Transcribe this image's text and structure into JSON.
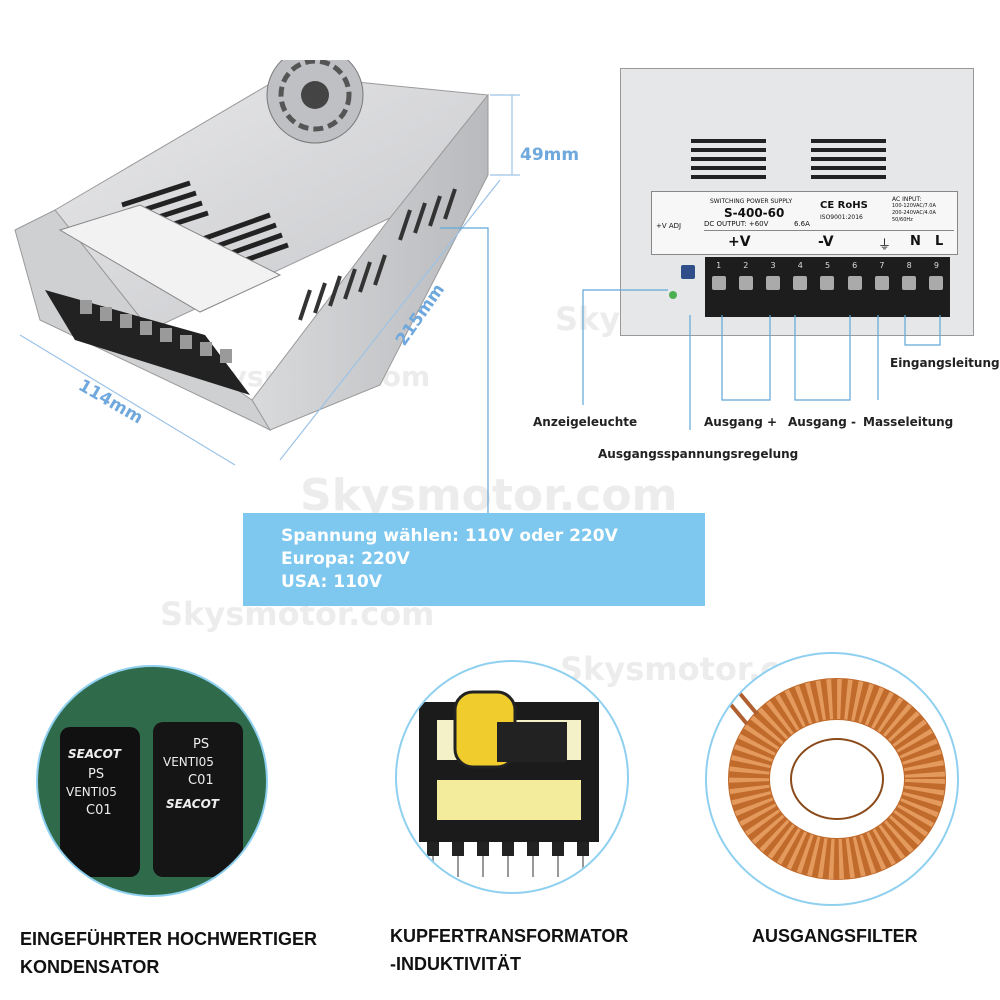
{
  "dimensions": {
    "height": "49mm",
    "length": "215mm",
    "width": "114mm"
  },
  "label_front": {
    "brand": "SWITCHING POWER SUPPLY",
    "model": "S-400-60",
    "dc_output": "DC OUTPUT: +60V",
    "current": "6.6A",
    "cert": "CE RoHS",
    "iso": "ISO9001:2016",
    "ac_input": "AC INPUT:",
    "ac_line1": "100-120VAC/7.0A",
    "ac_line2": "200-240VAC/4.0A",
    "ac_line3": "50/60Hz",
    "vadj": "+V ADJ",
    "plus_v": "+V",
    "minus_v": "-V",
    "n": "N",
    "l": "L",
    "terminal_numbers": [
      "1",
      "2",
      "3",
      "4",
      "5",
      "6",
      "7",
      "8",
      "9"
    ]
  },
  "callouts": {
    "input_line": "Eingangsleitung",
    "indicator": "Anzeigeleuchte",
    "output_plus": "Ausgang +",
    "output_minus": "Ausgang -",
    "ground": "Masseleitung",
    "voltage_adjust": "Ausgangsspannungsregelung"
  },
  "voltage_box": {
    "line1": "Spannung wählen: 110V oder 220V",
    "line2": "Europa: 220V",
    "line3": "USA: 110V",
    "color": "#7ec8ef"
  },
  "watermark": "Skysmotor.com",
  "features": [
    {
      "line1": "EINGEFÜHRTER HOCHWERTIGER",
      "line2": "KONDENSATOR"
    },
    {
      "line1": "KUPFERTRANSFORMATOR",
      "line2": "-INDUKTIVITÄT"
    },
    {
      "line1": "AUSGANGSFILTER",
      "line2": ""
    }
  ],
  "capacitor_text": {
    "brand": "SEACOT",
    "series": "PS",
    "model": "VENTI05",
    "code": "C01"
  },
  "accent_color": "#6fa8dc"
}
